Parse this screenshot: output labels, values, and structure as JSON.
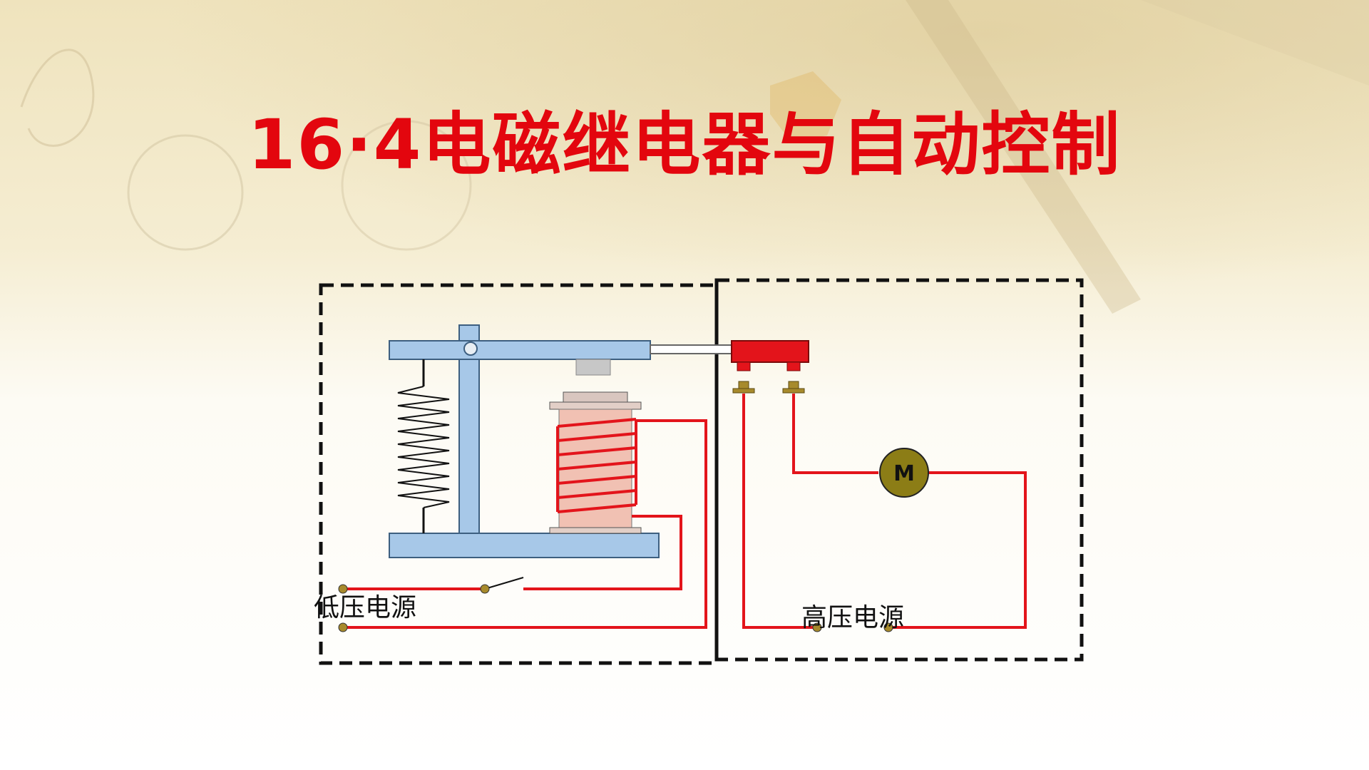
{
  "slide": {
    "title": "16·4电磁继电器与自动控制",
    "title_color": "#e3060e",
    "background_color": "#fbf7e9"
  },
  "diagram": {
    "low_voltage_label": "低压电源",
    "high_voltage_label": "高压电源",
    "motor_label": "M",
    "colors": {
      "wire": "#e3141b",
      "armature": "#a7c8e8",
      "armature_stroke": "#3d5f80",
      "coil_body": "#f1c1b3",
      "contact_block": "#e3141b",
      "contact_terminal": "#a78a2c",
      "motor_fill": "#8c7d16",
      "dashed_box": "#111111"
    }
  }
}
